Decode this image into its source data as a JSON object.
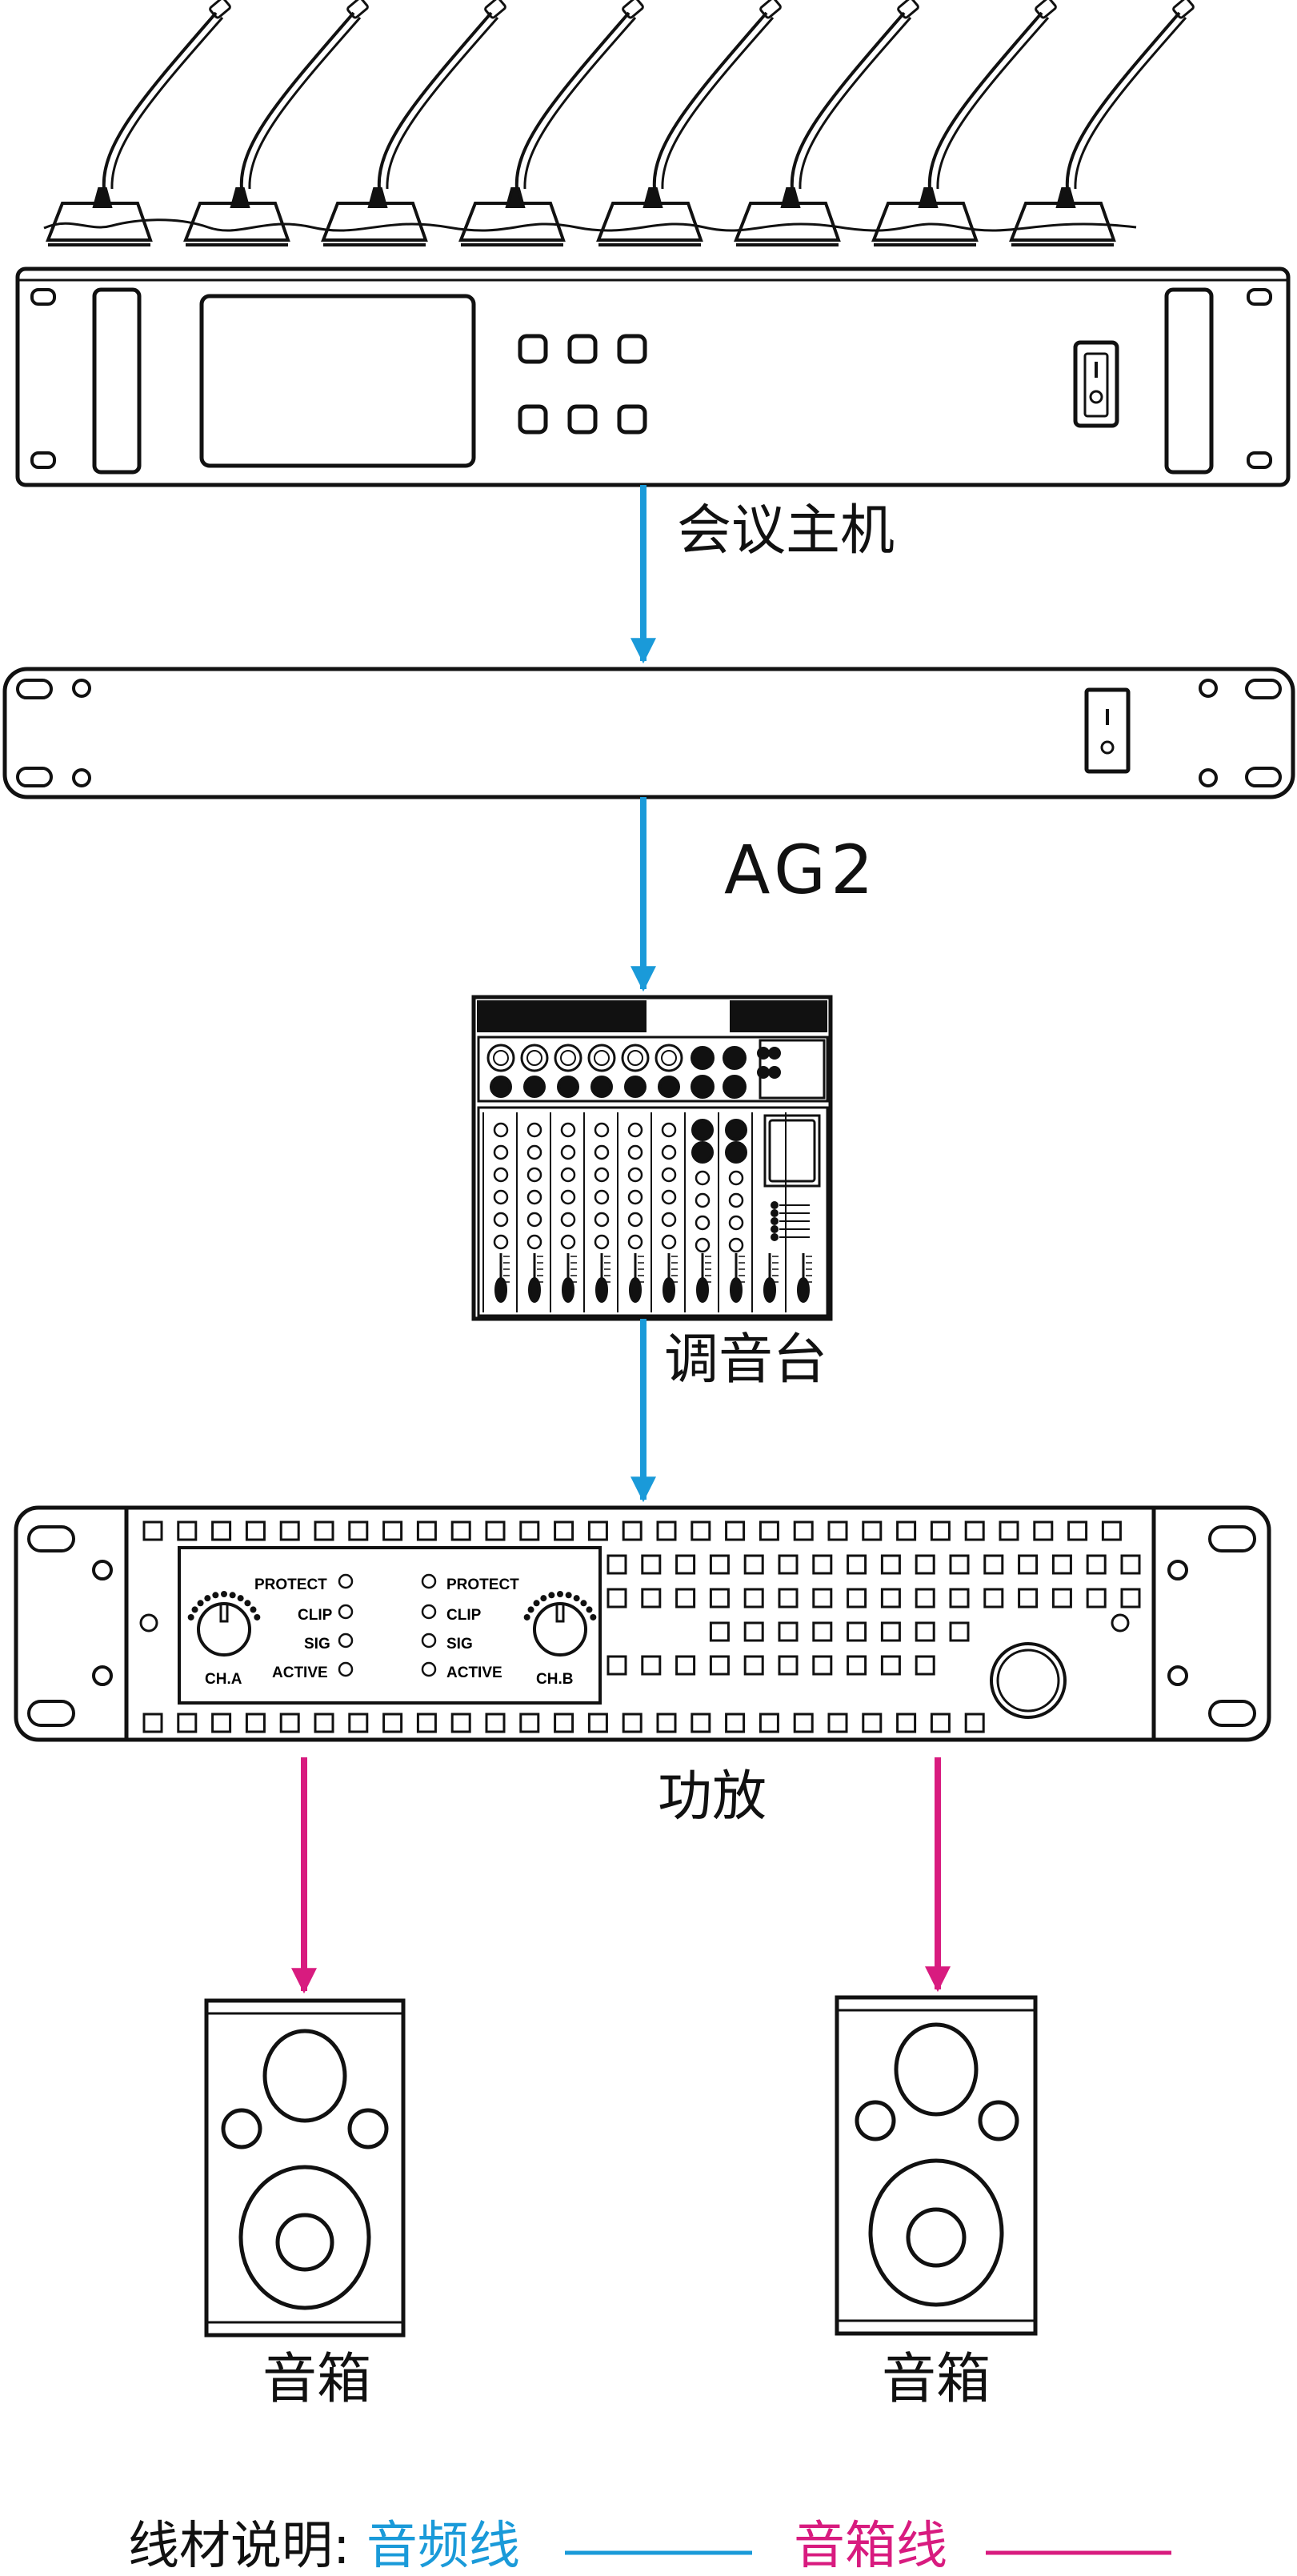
{
  "labels": {
    "conference_host": "会议主机",
    "ag2": "AG2",
    "mixer": "调音台",
    "amplifier": "功放",
    "speaker_left": "音箱",
    "speaker_right": "音箱"
  },
  "amplifier_panel": {
    "indicators": [
      "PROTECT",
      "CLIP",
      "SIG",
      "ACTIVE"
    ],
    "channel_a": "CH.A",
    "channel_b": "CH.B"
  },
  "legend": {
    "prefix": "线材说明:",
    "audio_line": "音频线",
    "speaker_line": "音箱线"
  },
  "colors": {
    "audio_line": "#1a9ad9",
    "speaker_line": "#d81b7f",
    "outline": "#111111"
  }
}
